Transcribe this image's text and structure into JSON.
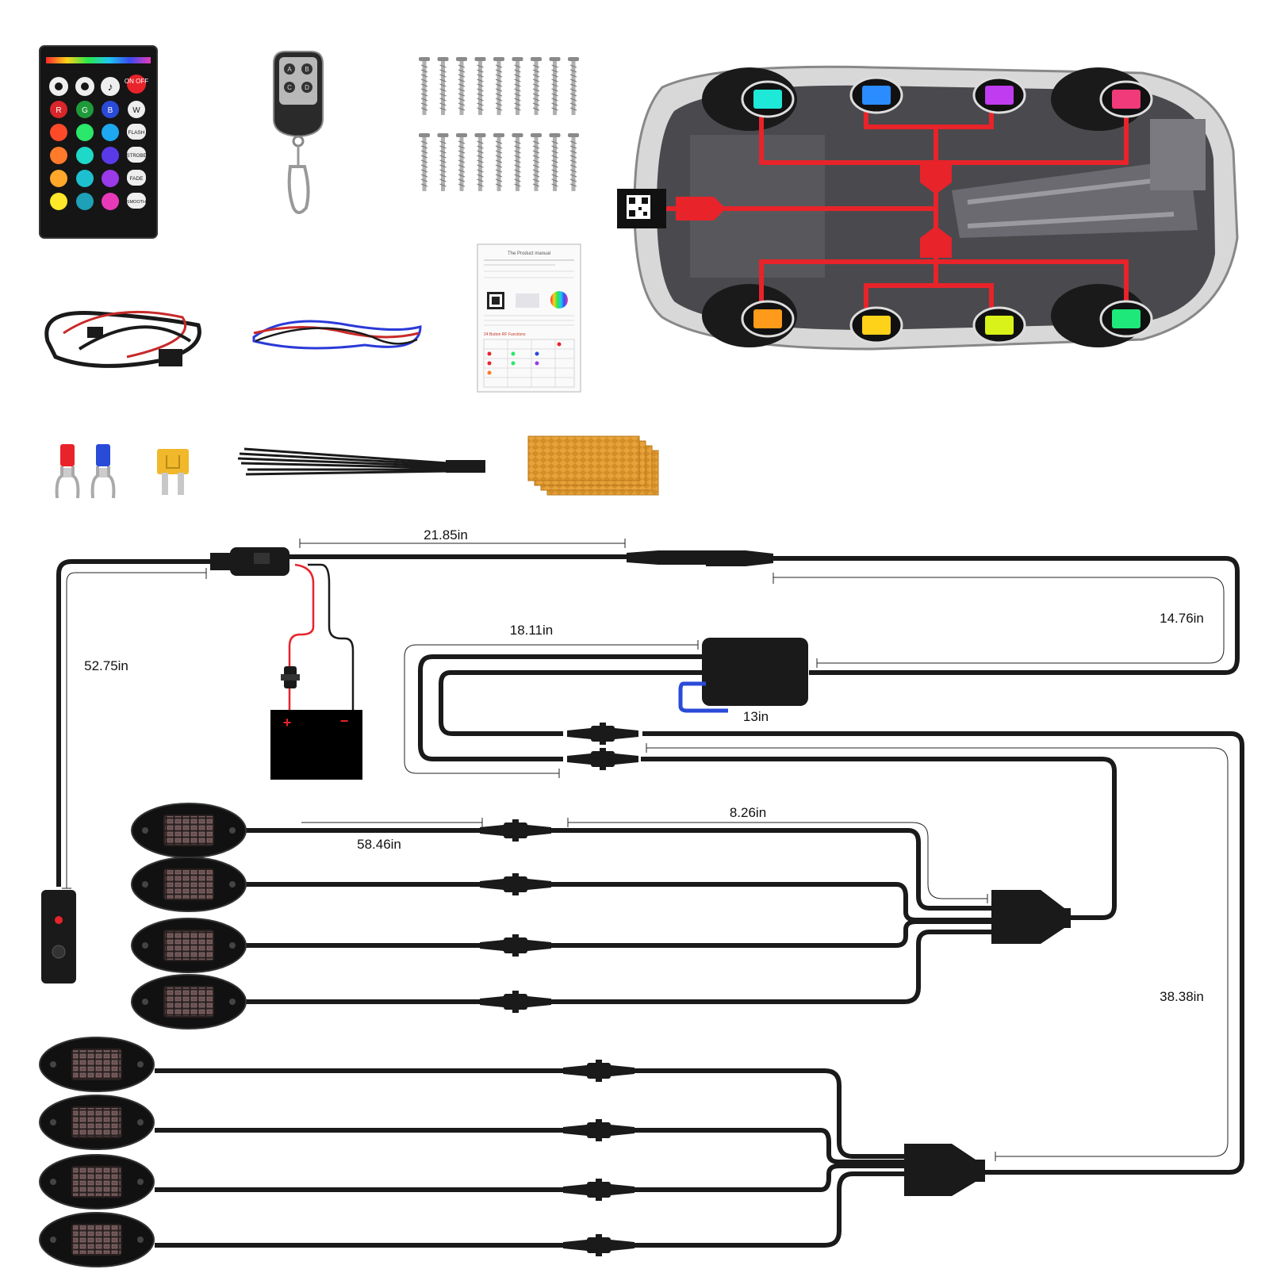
{
  "remote": {
    "onoff_label": "ON OFF",
    "r_label": "R",
    "g_label": "G",
    "b_label": "B",
    "w_label": "W",
    "flash_label": "FLASH",
    "strobe_label": "STROBE",
    "fade_label": "FADE",
    "smooth_label": "SMOOTH"
  },
  "key_fob": {
    "a_label": "A",
    "b_label": "B",
    "c_label": "C",
    "d_label": "D"
  },
  "manual": {
    "title": "The Product manual",
    "section_label": "24 Button RF Functions"
  },
  "dimensions": {
    "d1": "21.85in",
    "d2": "14.76in",
    "d3": "52.75in",
    "d4": "18.11in",
    "d5": "13in",
    "d6": "8.26in",
    "d7": "58.46in",
    "d8": "38.38in"
  },
  "battery": {
    "plus": "+",
    "minus": "−"
  },
  "colors": {
    "wire": "#1a1a1a",
    "harness_red": "#e8232a",
    "pod_cyan": "#1ee8d8",
    "pod_blue": "#2a8cff",
    "pod_purple": "#c03cf0",
    "pod_pink": "#f03a7a",
    "pod_orange": "#ff9a1a",
    "pod_yellow": "#ffd21a",
    "pod_lime": "#d8f21a",
    "pod_green": "#1ee87a",
    "reflector": "#e8a23a"
  }
}
